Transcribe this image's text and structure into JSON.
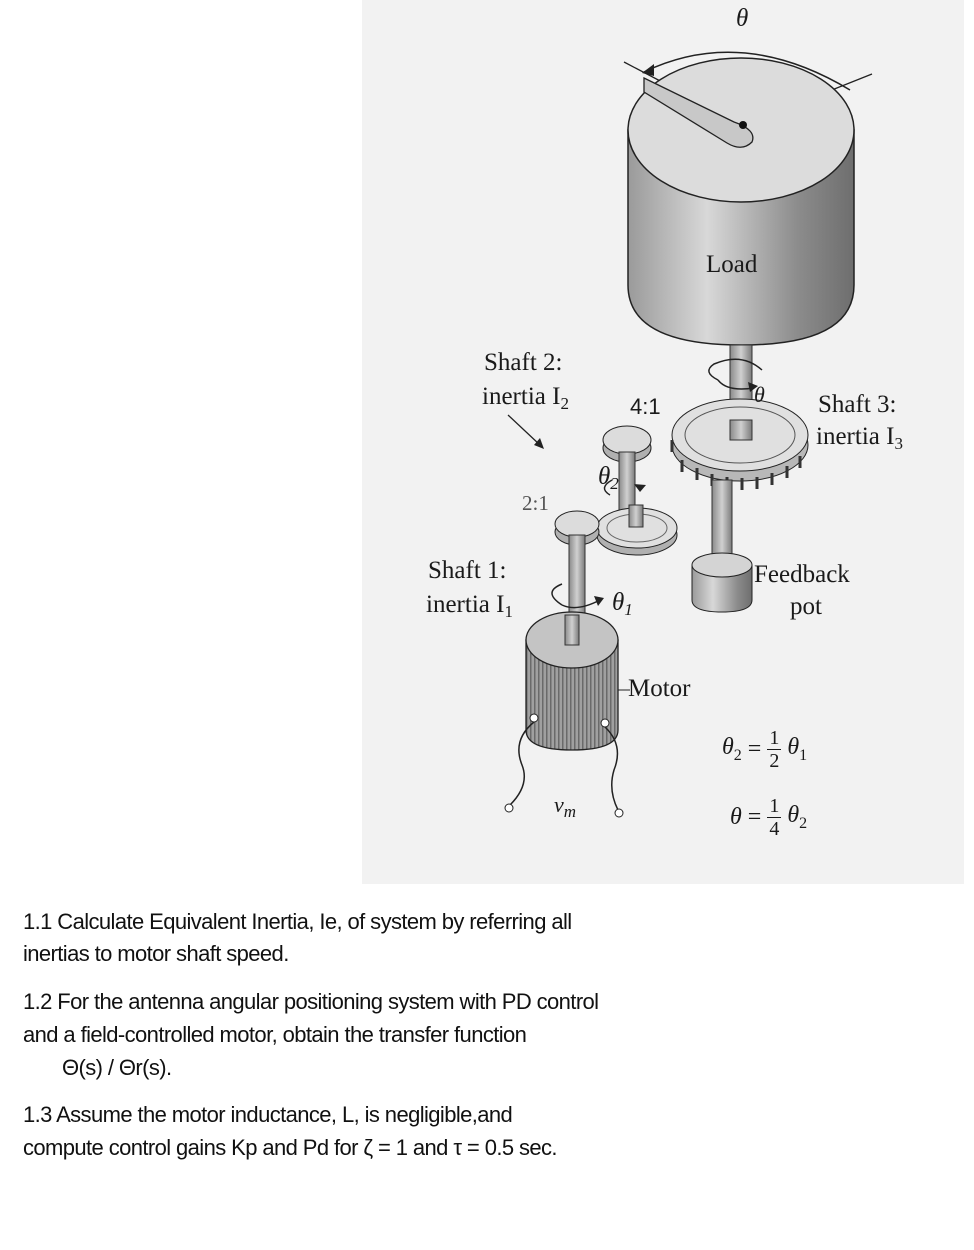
{
  "figure": {
    "labels": {
      "theta_top": "θ",
      "load": "Load",
      "shaft2_line1": "Shaft 2:",
      "shaft2_line2": "inertia I",
      "shaft2_sub": "2",
      "ratio_4_1": "4:1",
      "theta_shaft3": "θ",
      "shaft3_line1": "Shaft 3:",
      "shaft3_line2": "inertia I",
      "shaft3_sub": "3",
      "theta2": "θ",
      "theta2_sub": "2",
      "ratio_2_1": "2:1",
      "shaft1_line1": "Shaft 1:",
      "shaft1_line2": "inertia I",
      "shaft1_sub": "1",
      "theta1": "θ",
      "theta1_sub": "1",
      "feedback_line1": "Feedback",
      "feedback_line2": "pot",
      "motor": "Motor",
      "vm": "v",
      "vm_sub": "m"
    },
    "equations": [
      {
        "lhs": "θ",
        "lhs_sub": "2",
        "num": "1",
        "den": "2",
        "rhs": "θ",
        "rhs_sub": "1"
      },
      {
        "lhs": "θ",
        "lhs_sub": "",
        "num": "1",
        "den": "4",
        "rhs": "θ",
        "rhs_sub": "2"
      }
    ]
  },
  "questions": [
    {
      "line1": "1.1 Calculate Equivalent Inertia, Ie, of system by referring all",
      "line2": "inertias to motor shaft speed."
    },
    {
      "line1": "1.2 For the antenna angular positioning system with PD control",
      "line2": " and a field-controlled motor, obtain the transfer function",
      "line3": "Θ(s) / Θr(s)."
    },
    {
      "line1": "1.3  Assume the motor inductance, L, is negligible,and",
      "line2": "compute control gains Kp and Pd for ζ = 1 and τ = 0.5 sec."
    }
  ]
}
